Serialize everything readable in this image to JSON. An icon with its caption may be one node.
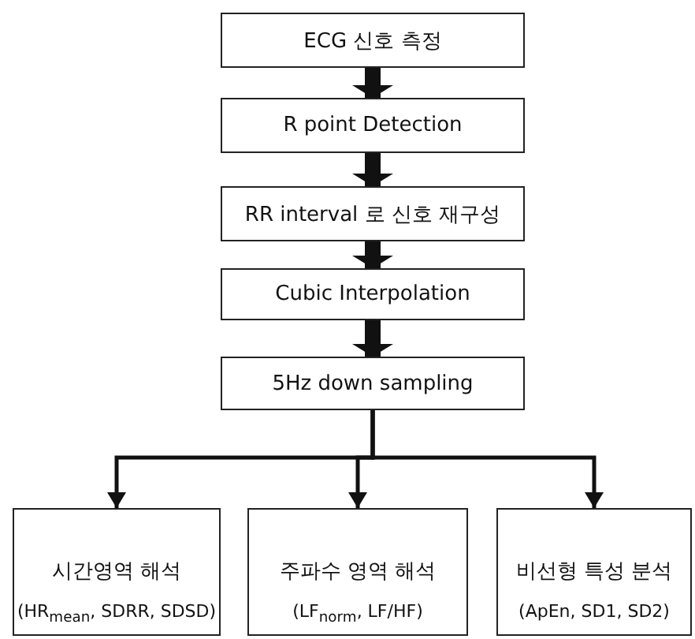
{
  "diagram": {
    "nodes": [
      {
        "text": [
          "ECG 신호 측정"
        ]
      },
      {
        "text": [
          "R point Detection"
        ]
      },
      {
        "text": [
          "RR interval 로 신호 재구성"
        ]
      },
      {
        "text": [
          "Cubic Interpolation"
        ]
      },
      {
        "text": [
          "5Hz down sampling"
        ]
      },
      {
        "text": [
          "시간영역 해석",
          "(HR$_{mean}$, SDRR, SDSD)"
        ]
      },
      {
        "text": [
          "주파수 영역 해석",
          "(LF$_{norm}$, LF/HF)"
        ]
      },
      {
        "text": [
          "비선형 특성 분석",
          "(ApEn, SD1, SD2)"
        ]
      }
    ],
    "edges": [
      {
        "from": 0,
        "to": 1,
        "arrow": "to"
      },
      {
        "from": 1,
        "to": 2,
        "arrow": "to"
      },
      {
        "from": 2,
        "to": 3,
        "arrow": "to"
      },
      {
        "from": 3,
        "to": 4,
        "arrow": "to"
      },
      {
        "from": 4,
        "to": 5,
        "arrow": "to"
      },
      {
        "from": 4,
        "to": 6,
        "arrow": "to"
      },
      {
        "from": 4,
        "to": 7,
        "arrow": "to"
      }
    ]
  }
}
